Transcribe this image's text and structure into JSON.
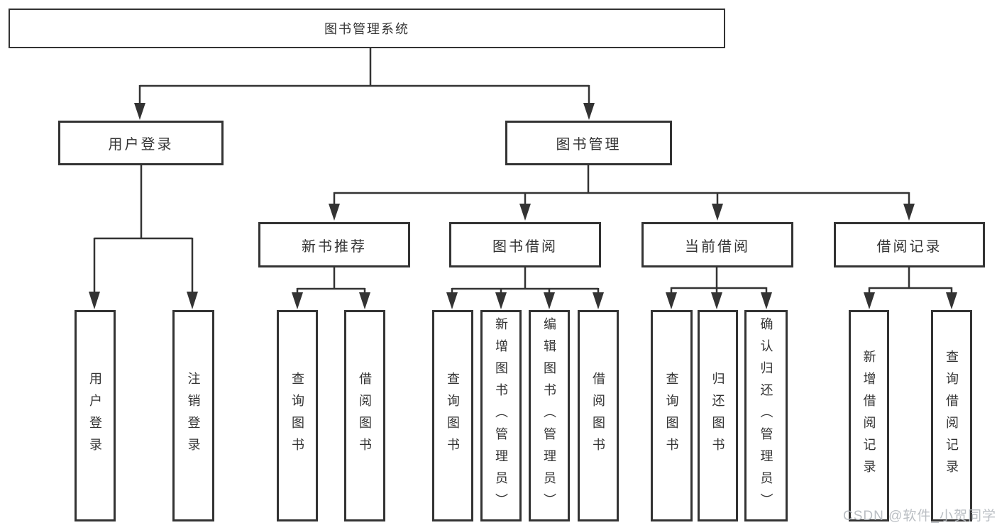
{
  "diagram": {
    "title_node": {
      "label": "图书管理系统"
    },
    "level2": [
      {
        "label": "用户登录"
      },
      {
        "label": "图书管理"
      }
    ],
    "level3": [
      {
        "label": "新书推荐"
      },
      {
        "label": "图书借阅"
      },
      {
        "label": "当前借阅"
      },
      {
        "label": "借阅记录"
      }
    ],
    "leaves": [
      {
        "label": "用户登录"
      },
      {
        "label": "注销登录"
      },
      {
        "label": "查询图书"
      },
      {
        "label": "借阅图书"
      },
      {
        "label": "查询图书"
      },
      {
        "label": "新增图书（管理员）"
      },
      {
        "label": "编辑图书（管理员）"
      },
      {
        "label": "借阅图书"
      },
      {
        "label": "查询图书"
      },
      {
        "label": "归还图书"
      },
      {
        "label": "确认归还（管理员）"
      },
      {
        "label": "新增借阅记录"
      },
      {
        "label": "查询借阅记录"
      }
    ]
  },
  "watermark": {
    "text": "CSDN @软件_小贺同学"
  },
  "colors": {
    "line": "#333333",
    "text": "#333333",
    "box_background": "#ffffff",
    "watermark": "#b3b8bd"
  }
}
